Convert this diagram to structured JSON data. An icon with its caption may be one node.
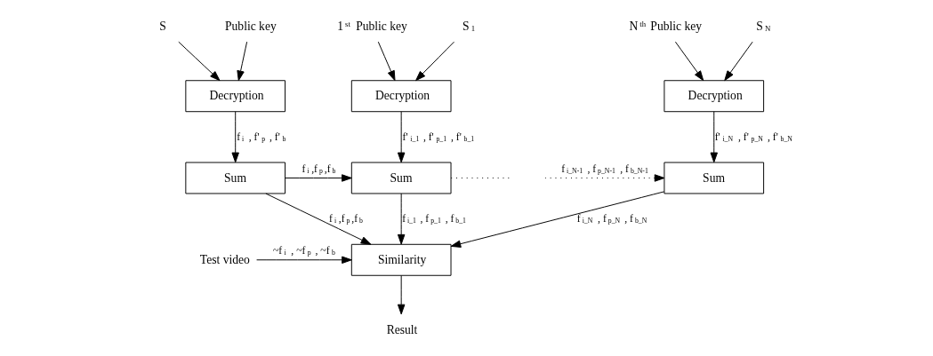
{
  "diagram": {
    "nodes": [
      {
        "text": [
          "S"
        ]
      },
      {
        "text": [
          "Public key"
        ]
      },
      {
        "text": [
          "Decryption"
        ]
      },
      {
        "text": [
          "Sum"
        ]
      },
      {
        "text": [
          "1$^{st}$ Public key"
        ]
      },
      {
        "text": [
          "S$_{1}$"
        ]
      },
      {
        "text": [
          "Decryption"
        ]
      },
      {
        "text": [
          "Sum"
        ]
      },
      {
        "text": [
          "N$^{th}$ Public key"
        ]
      },
      {
        "text": [
          "S$_{N}$"
        ]
      },
      {
        "text": [
          "Decryption"
        ]
      },
      {
        "text": [
          "Sum"
        ]
      },
      {
        "text": [
          "Similarity"
        ]
      },
      {
        "text": [
          "Result"
        ]
      },
      {
        "text": [
          "Test video"
        ]
      }
    ],
    "edges": [
      {
        "from": 1,
        "to": 2,
        "arrow": "to"
      },
      {
        "from": 0,
        "to": 2,
        "arrow": "to"
      },
      {
        "from": 2,
        "to": 3,
        "arrow": "to",
        "label": "f$_{i}$ , f'$_{p}$ , f'$_{b}$"
      },
      {
        "from": 3,
        "to": 7,
        "arrow": "to",
        "label": "f$_{i}$,f$_{p}$,f$_{b}$"
      },
      {
        "from": 4,
        "to": 6,
        "arrow": "to"
      },
      {
        "from": 5,
        "to": 6,
        "arrow": "to"
      },
      {
        "from": 6,
        "to": 7,
        "arrow": "to",
        "label": "f'$_{i_1}$ , f'$_{p_1}$ , f'$_{b_1}$"
      },
      {
        "from": 7,
        "to": null,
        "arrow": "none",
        "style": "dashed"
      },
      {
        "from": null,
        "to": 11,
        "arrow": "to",
        "style": "dashed",
        "label": "f$_{i_N-1}$ , f$_{p_N-1}$ , f$_{b_N-1}$"
      },
      {
        "from": 8,
        "to": 10,
        "arrow": "to"
      },
      {
        "from": 9,
        "to": 10,
        "arrow": "to"
      },
      {
        "from": 10,
        "to": 11,
        "arrow": "to",
        "label": "f'$_{i_N}$ , f'$_{p_N}$ , f'$_{b_N}$"
      },
      {
        "from": 3,
        "to": 12,
        "arrow": "to",
        "label": "f$_{i}$,f$_{p}$,f$_{b}$"
      },
      {
        "from": 7,
        "to": 12,
        "arrow": "to",
        "label": "f$_{i_1}$ , f$_{p_1}$ , f$_{b_1}$"
      },
      {
        "from": 11,
        "to": 12,
        "arrow": "to",
        "label": "f$_{i_N}$ , f$_{p_N}$ , f$_{b_N}$"
      },
      {
        "from": 12,
        "to": 13,
        "arrow": "to"
      },
      {
        "from": 14,
        "to": 12,
        "arrow": "to",
        "label": "~f$_{i}$ , ~f$_{p}$ , ~f$_{b}$"
      }
    ]
  }
}
